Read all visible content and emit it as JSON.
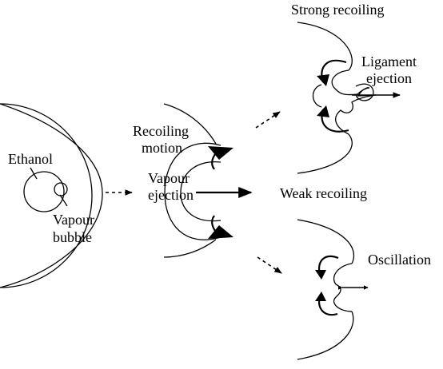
{
  "labels": {
    "ethanol": "Ethanol",
    "vapour_bubble_line1": "Vapour",
    "vapour_bubble_line2": "bubble",
    "recoiling_motion_line1": "Recoiling",
    "recoiling_motion_line2": "motion",
    "vapour_ejection_line1": "Vapour",
    "vapour_ejection_line2": "ejection",
    "strong_recoiling": "Strong recoiling",
    "ligament_ejection_line1": "Ligament",
    "ligament_ejection_line2": "ejection",
    "weak_recoiling": "Weak recoiling",
    "oscillation": "Oscillation"
  },
  "colors": {
    "ink": "#000000",
    "background": "#ffffff"
  }
}
